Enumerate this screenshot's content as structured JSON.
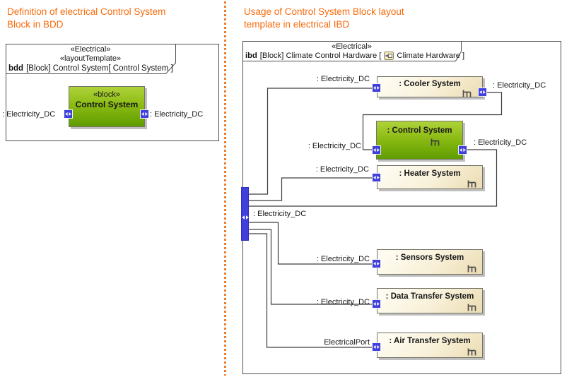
{
  "left_panel": {
    "title": "Definition of electrical Control System\nBlock in BDD",
    "frame_header": {
      "stereotype_1": "«Electrical»",
      "stereotype_2": "«layoutTemplate»",
      "diagram_kind": "bdd",
      "diagram_title": "[Block] Control System[ Control System ]"
    },
    "block": {
      "stereotype": "«block»",
      "name": "Control System",
      "left_port_label": ": Electricity_DC",
      "right_port_label": ": Electricity_DC"
    }
  },
  "right_panel": {
    "title": "Usage of Control System Block layout\ntemplate in electrical IBD",
    "frame_header": {
      "stereotype_1": "«Electrical»",
      "diagram_kind": "ibd",
      "diagram_title_pre": "[Block] Climate Control Hardware [",
      "diagram_title_post": "Climate Hardware ]"
    },
    "frame_port_label": ": Electricity_DC",
    "parts": {
      "cooler": {
        "name": ": Cooler System",
        "left_port_label": ": Electricity_DC",
        "right_port_label": ": Electricity_DC"
      },
      "control": {
        "name": ": Control System",
        "left_port_label": ": Electricity_DC",
        "right_port_label": ": Electricity_DC"
      },
      "heater": {
        "name": ": Heater System",
        "left_port_label": ": Electricity_DC"
      },
      "sensors": {
        "name": ": Sensors System",
        "left_port_label": ": Electricity_DC"
      },
      "data_transfer": {
        "name": ": Data Transfer System",
        "left_port_label": ": Electricity_DC"
      },
      "air_transfer": {
        "name": ": Air Transfer System",
        "left_port_label": "ElectricalPort"
      }
    }
  },
  "colors": {
    "title_orange": "#F96B0C",
    "divider_orange": "#ED7C2B",
    "port_blue": "#4040DD",
    "green_block_top": "#AFD23B",
    "green_block_bottom": "#5F9C00",
    "cream_block_top": "#FFFEF6",
    "cream_block_bottom": "#EBDCB2",
    "frame_border": "#4E4E4E"
  }
}
